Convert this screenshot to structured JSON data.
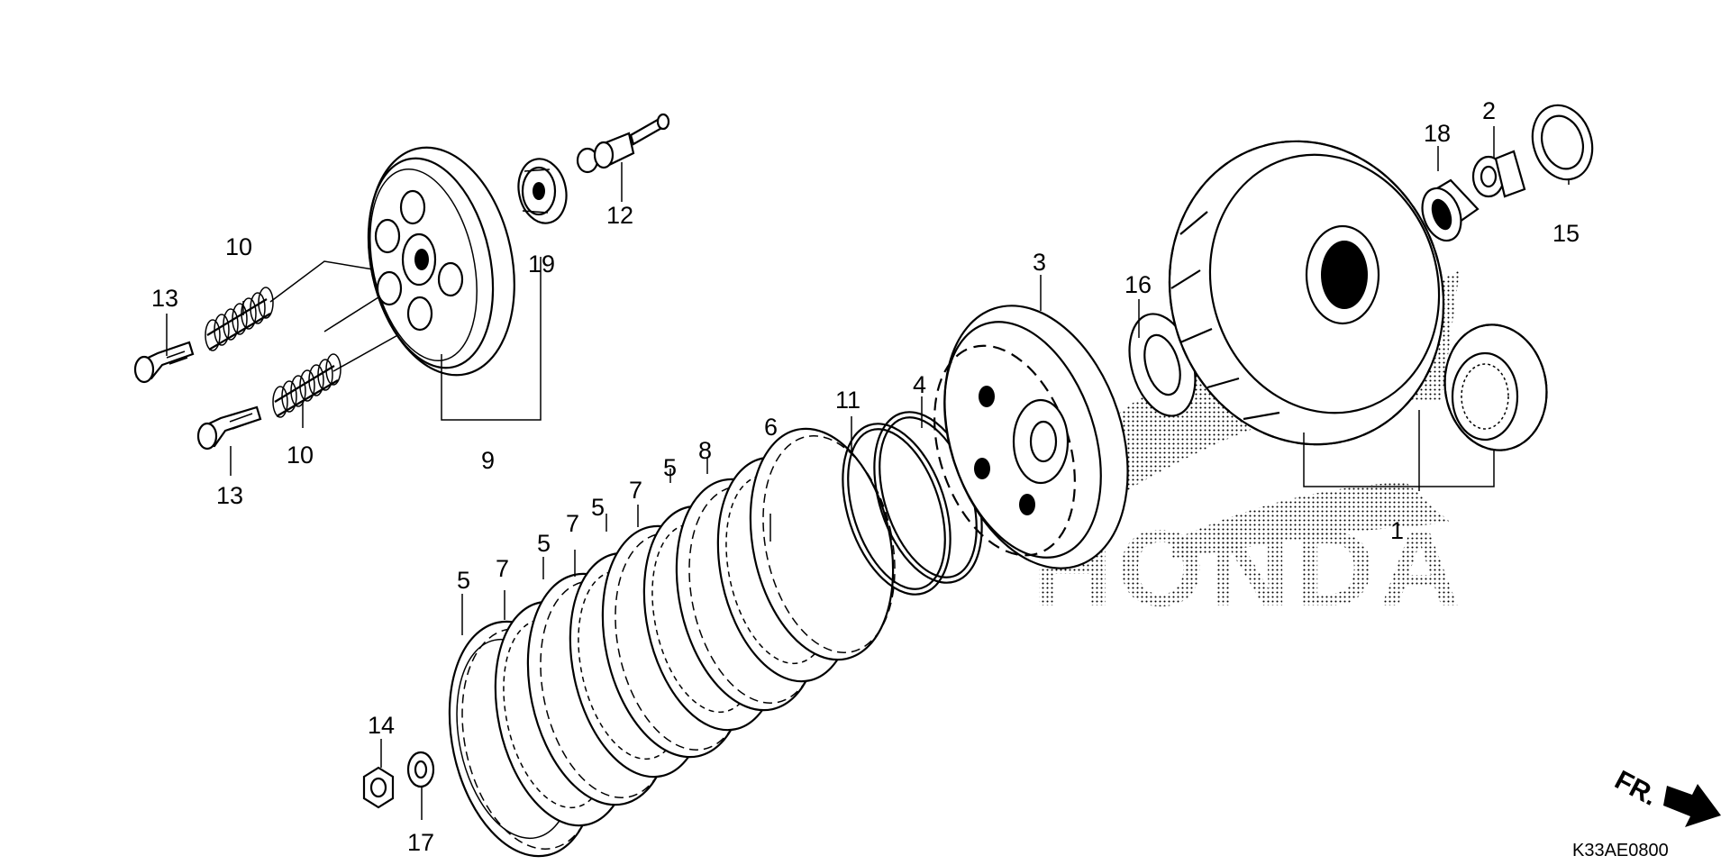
{
  "diagram": {
    "callouts": [
      "1",
      "2",
      "3",
      "4",
      "5",
      "6",
      "7",
      "8",
      "9",
      "10",
      "11",
      "12",
      "13",
      "14",
      "15",
      "16",
      "17",
      "18",
      "19"
    ],
    "watermark": "HONDA",
    "direction_label": "FR.",
    "diagram_code": "K33AE0800"
  }
}
